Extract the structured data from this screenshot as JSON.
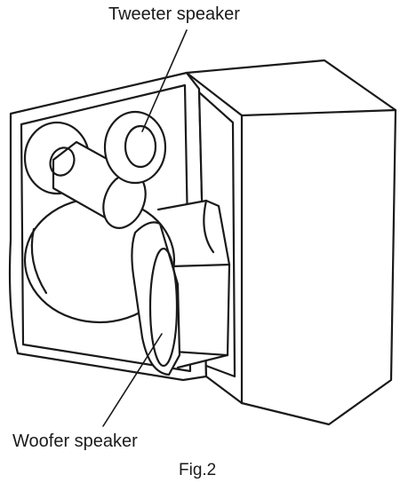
{
  "labels": {
    "tweeter": "Tweeter speaker",
    "woofer": "Woofer speaker"
  },
  "caption": "Fig.2",
  "colors": {
    "line": "#1a1a1a",
    "background": "#ffffff"
  }
}
